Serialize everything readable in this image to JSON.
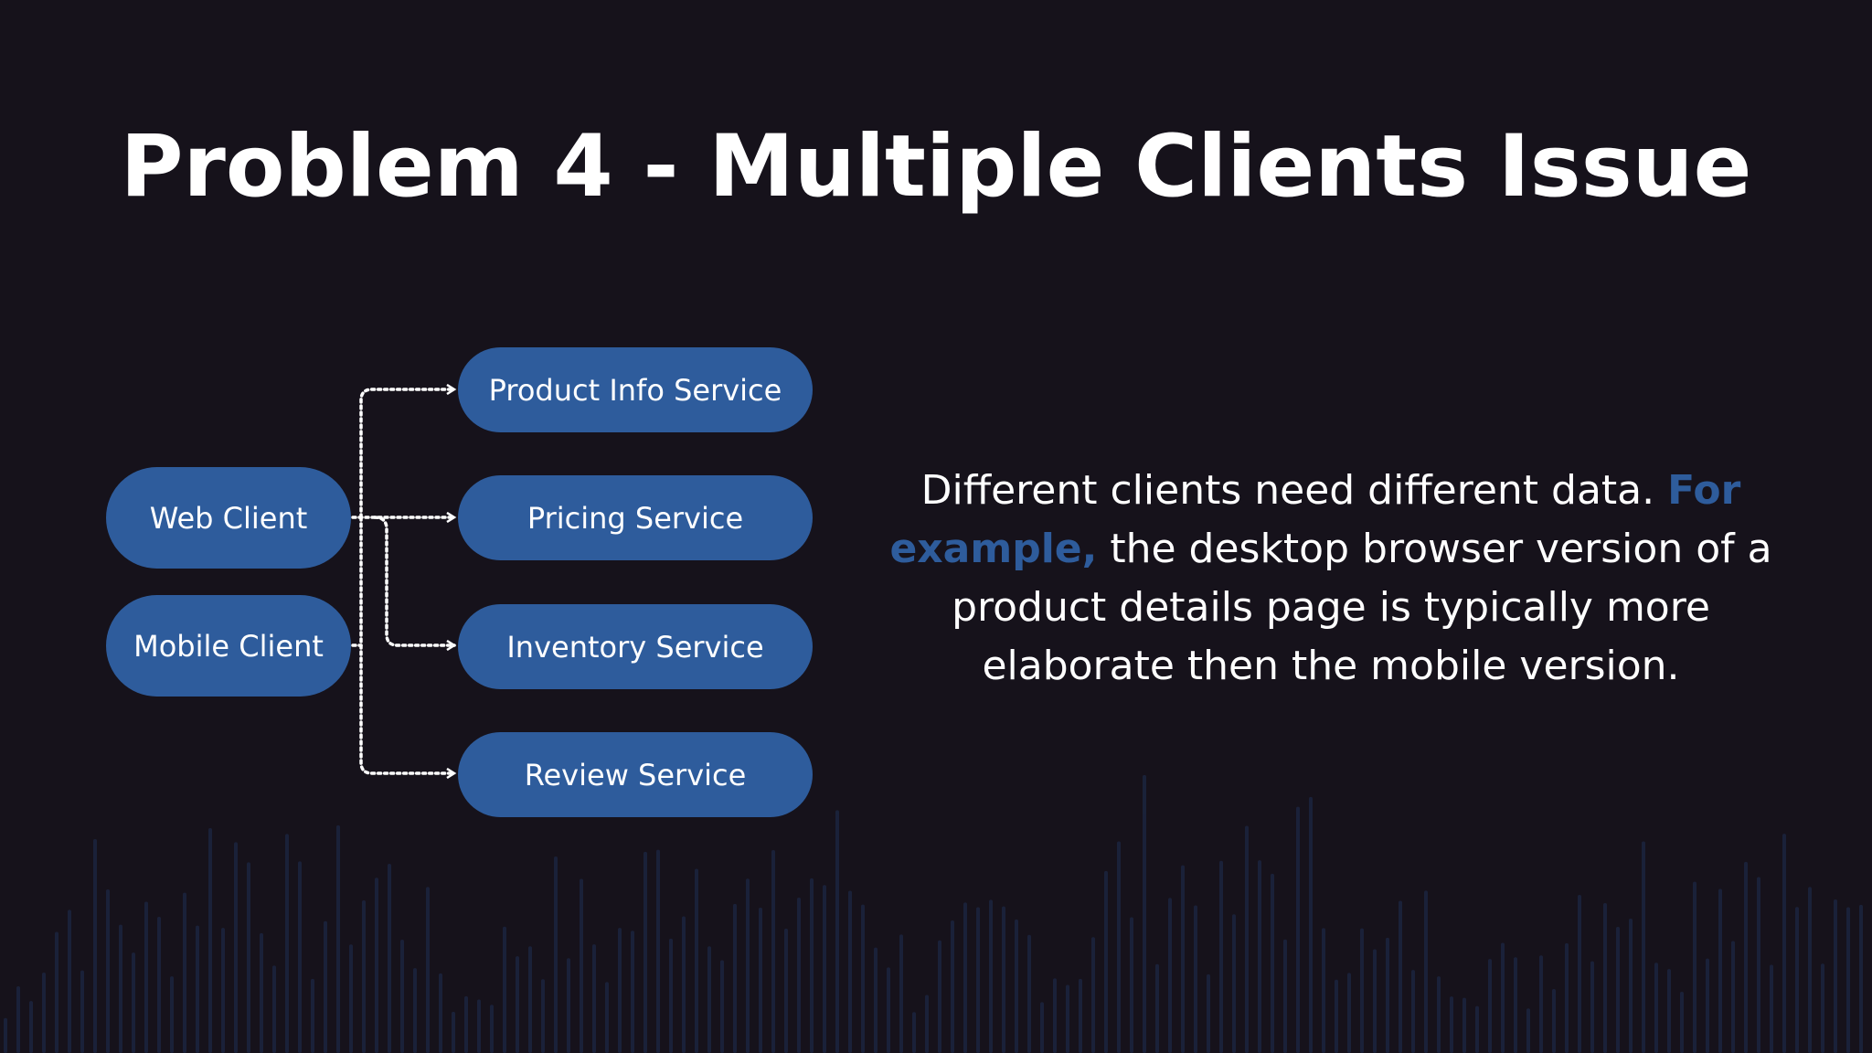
{
  "slide": {
    "title": "Problem 4 - Multiple Clients Issue"
  },
  "diagram": {
    "clients": [
      "Web Client",
      "Mobile Client"
    ],
    "services": [
      "Product Info Service",
      "Pricing Service",
      "Inventory Service",
      "Review Service"
    ]
  },
  "description": {
    "part1": "Different clients need different data. ",
    "highlight": "For example,",
    "part2": " the desktop browser version of a product details page is typically more elaborate then the mobile version."
  },
  "colors": {
    "background": "#16121b",
    "accent": "#2e5c9c",
    "text": "#ffffff"
  }
}
